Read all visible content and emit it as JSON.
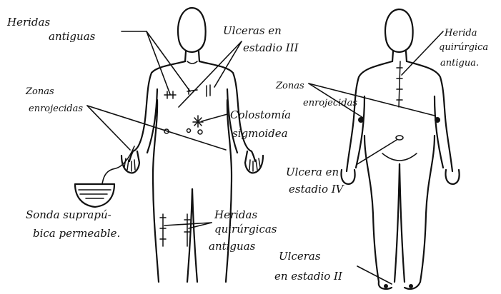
{
  "labels": {
    "heridas_antiguas_1": "Heridas",
    "heridas_antiguas_2": "antiguas",
    "ulceras_iii_1": "Ulceras en",
    "ulceras_iii_2": "estadio III",
    "zonas_left_1": "Zonas",
    "zonas_left_2": "enrojecidas",
    "colostomia_1": "Colostomía",
    "colostomia_2": "sigmoidea",
    "sonda_1": "Sonda suprapú-",
    "sonda_2": "bica permeable.",
    "heridas_quir_1": "Heridas",
    "heridas_quir_2": "quirúrgicas",
    "heridas_quir_3": "antiguas",
    "ulceras_ii_1": "Ulceras",
    "ulceras_ii_2": "en estadio II",
    "herida_back_1": "Herida",
    "herida_back_2": "quirúrgica",
    "herida_back_3": "antigua.",
    "zonas_right_1": "Zonas",
    "zonas_right_2": "enrojecidas",
    "ulcera_iv_1": "Ulcera en",
    "ulcera_iv_2": "estadio IV"
  }
}
